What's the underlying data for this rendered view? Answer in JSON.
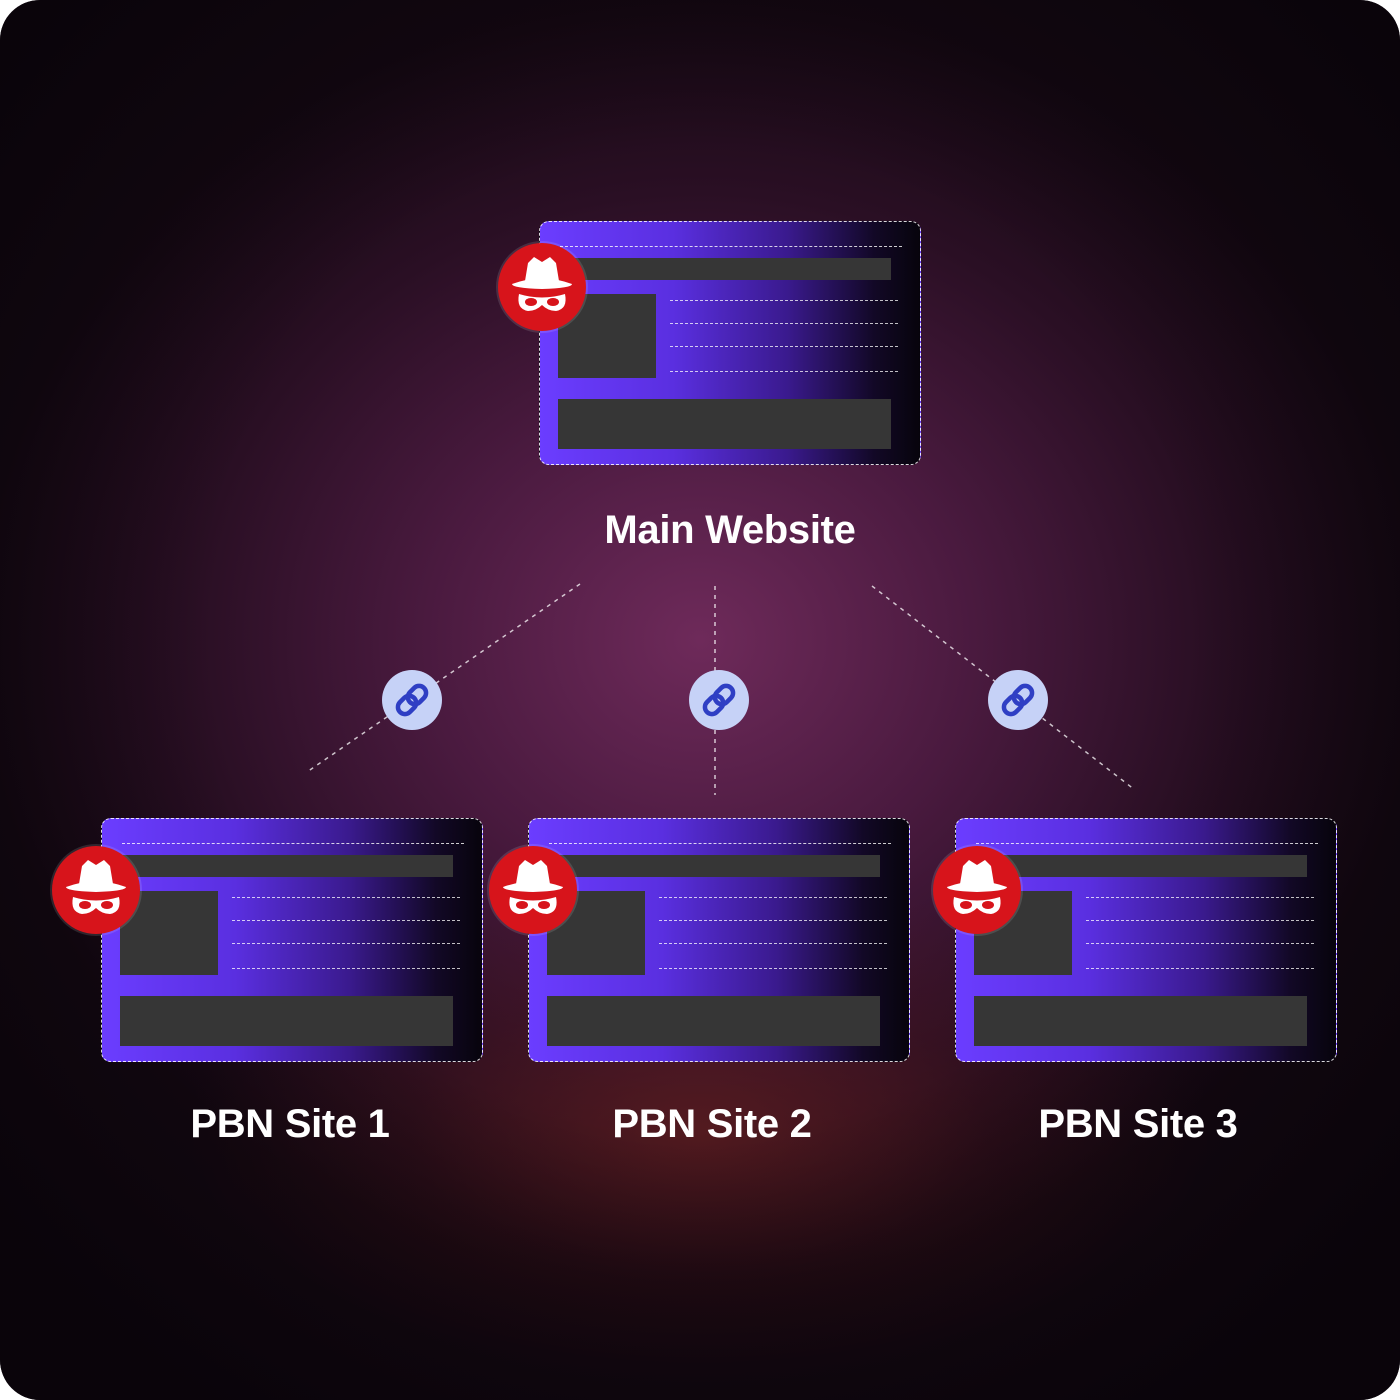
{
  "main": {
    "label": "Main Website",
    "badge_icon": "incognito-spy-icon"
  },
  "sites": [
    {
      "label": "PBN Site 1",
      "badge_icon": "incognito-spy-icon"
    },
    {
      "label": "PBN Site 2",
      "badge_icon": "incognito-spy-icon"
    },
    {
      "label": "PBN Site 3",
      "badge_icon": "incognito-spy-icon"
    }
  ],
  "link_icon": "chain-link-icon",
  "colors": {
    "badge_red": "#d7141b",
    "card_purple": "#6b3dff",
    "link_badge_fill": "#c6d2f7",
    "link_icon_stroke": "#2f3fc4",
    "placeholder_gray": "#363636"
  }
}
